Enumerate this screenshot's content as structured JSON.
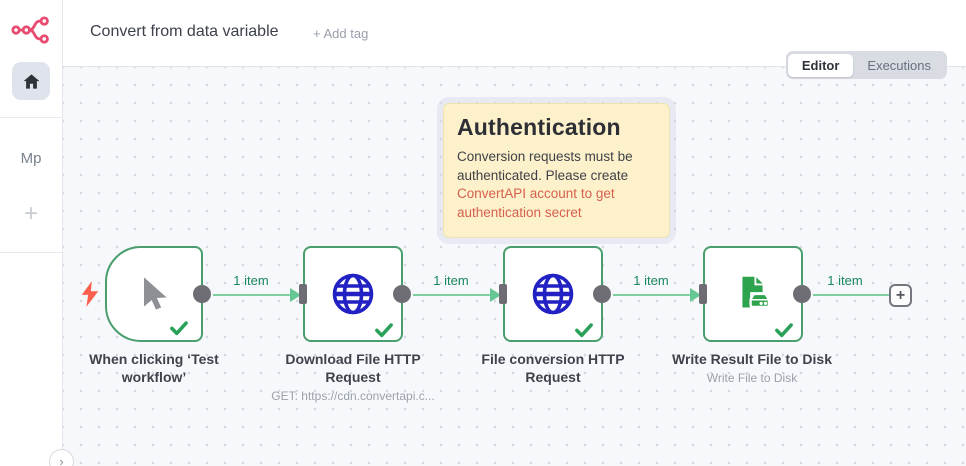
{
  "header": {
    "title": "Convert from data variable",
    "add_tag_label": "+ Add tag"
  },
  "view_tabs": {
    "editor_label": "Editor",
    "executions_label": "Executions"
  },
  "sidebar": {
    "project_initials": "Mp",
    "add_label": "+",
    "collapse_chevron": "›"
  },
  "sticky_note": {
    "title": "Authentication",
    "body_text": "Conversion requests must be authenticated. Please create ",
    "link_text": "ConvertAPI account to get authentication secret"
  },
  "canvas": {
    "nodes": [
      {
        "title": "When clicking ‘Test workflow’",
        "subtitle": "",
        "icon": "cursor-icon",
        "status": "success"
      },
      {
        "title": "Download File HTTP Request",
        "subtitle": "GET: https://cdn.convertapi.c...",
        "icon": "globe-icon",
        "status": "success"
      },
      {
        "title": "File conversion HTTP Request",
        "subtitle": "",
        "icon": "globe-icon",
        "status": "success"
      },
      {
        "title": "Write Result File to Disk",
        "subtitle": "Write File to Disk",
        "icon": "file-disk-icon",
        "status": "success"
      }
    ],
    "connections": [
      {
        "label": "1 item"
      },
      {
        "label": "1 item"
      },
      {
        "label": "1 item"
      },
      {
        "label": "1 item"
      }
    ],
    "add_node_label": "+"
  },
  "colors": {
    "brand_pink": "#ea4b71",
    "node_border_green": "#4a9e6e",
    "connection_green": "#7ed0a2",
    "item_label_green": "#19865d",
    "check_green": "#29a158",
    "globe_blue": "#2121c4",
    "disk_green": "#2ca34c",
    "bolt_red": "#fb604f",
    "sticky_bg": "#fdf1cb",
    "sticky_link": "#d65f4d",
    "canvas_bg": "#f7f8fb"
  }
}
